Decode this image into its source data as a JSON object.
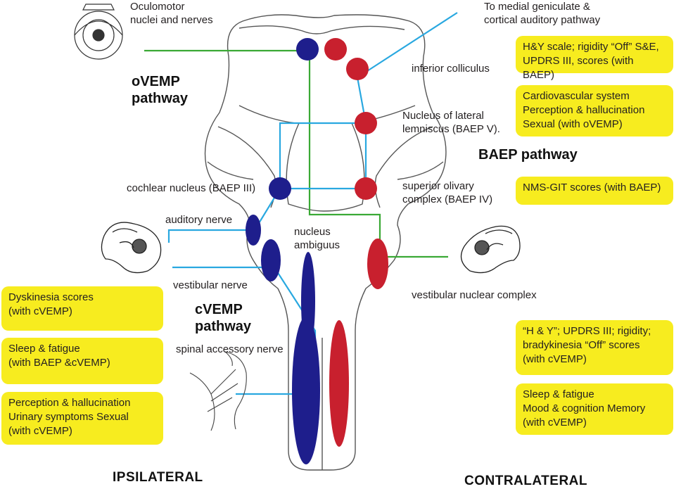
{
  "colors": {
    "ipsilateral_nucleus": "#1e1e8c",
    "contralateral_nucleus": "#c8202e",
    "baep_path": "#29a8e0",
    "ovemp_path": "#3aa935",
    "score_box": "#f7ec1f",
    "outline": "#555555"
  },
  "labels": {
    "oculomotor": "Oculomotor\nnuclei and nerves",
    "medial_geniculate": "To medial geniculate &\ncortical auditory pathway",
    "inferior_colliculus": "inferior colliculus",
    "lateral_lemniscus": "Nucleus of lateral\nlemniscus (BAEP V).",
    "superior_olivary": "superior olivary\ncomplex (BAEP IV)",
    "cochlear_nucleus": "cochlear nucleus (BAEP III)",
    "auditory_nerve": "auditory nerve",
    "nucleus_ambiguus": "nucleus\nambiguus",
    "vestibular_nerve": "vestibular nerve",
    "vestibular_nuclear_complex": "vestibular nuclear complex",
    "spinal_accessory_nerve": "spinal accessory nerve"
  },
  "headings": {
    "ovemp": "oVEMP\npathway",
    "baep": "BAEP pathway",
    "cvemp": "cVEMP\npathway"
  },
  "sides": {
    "ipsilateral": "IPSILATERAL",
    "contralateral": "CONTRALATERAL"
  },
  "score_boxes": {
    "hy_rigidity": "H&Y scale; rigidity “Off” S&E,\nUPDRS III, scores (with BAEP)",
    "cardio": "Cardiovascular system\nPerception & hallucination\nSexual (with oVEMP)",
    "nms_git": "NMS-GIT scores (with BAEP)",
    "dyskinesia": "Dyskinesia scores\n(with cVEMP)",
    "sleep_left": "Sleep & fatigue\n(with BAEP &cVEMP)",
    "perception_left": "Perception & hallucination\nUrinary symptoms Sexual\n(with cVEMP)",
    "hy_updrs_right": "“H & Y”; UPDRS III; rigidity;\nbradykinesia “Off” scores\n(with cVEMP)",
    "sleep_right": "Sleep & fatigue\nMood & cognition Memory\n(with cVEMP)"
  }
}
